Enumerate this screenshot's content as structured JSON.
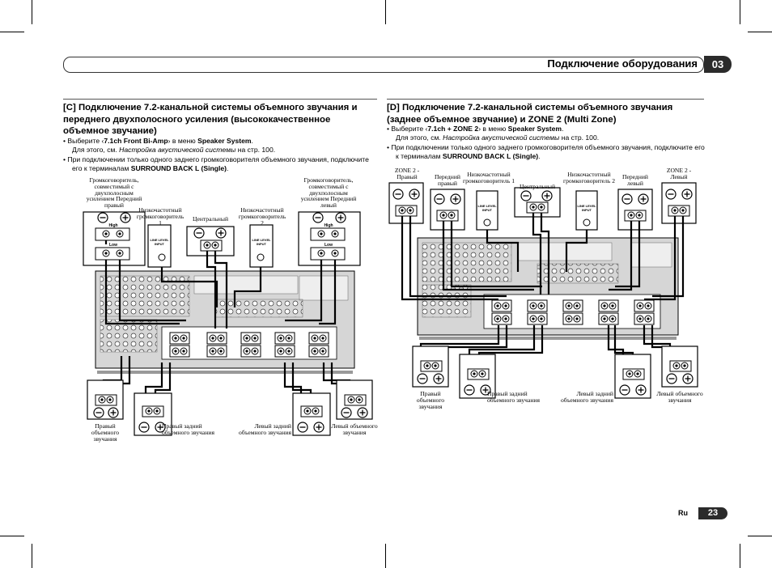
{
  "header": {
    "title": "Подключение оборудования",
    "chapter": "03"
  },
  "footer": {
    "lang": "Ru",
    "page": "23"
  },
  "section_c": {
    "title": "[C] Подключение 7.2-канальной системы объемного звучания и переднего двухполосного усиления (высококачественное объемное звучание)",
    "b1_pre": "Выберите ‹",
    "b1_bold": "7.1ch Front Bi-Amp",
    "b1_mid": "› в меню ",
    "b1_menu": "Speaker System",
    "b1_end": ".",
    "b1_line2_pre": "Для этого, см. ",
    "b1_line2_link": "Настройка акустической системы",
    "b1_line2_end": " на стр. 100.",
    "b2_text": "При подключении только одного заднего громкоговорителя объемного звучания, подключите его к терминалам ",
    "b2_bold": "SURROUND BACK L (Single)",
    "b2_end": ".",
    "labels": {
      "front_right": "Громкоговоритель, совместимый с двухполосным усилением Передний правый",
      "front_left": "Громкоговоритель, совместимый с двухполосным усилением Передний левый",
      "sub1": "Низкочастотный громкоговоритель 1",
      "sub2": "Низкочастотный громкоговоритель 2",
      "center": "Центральный",
      "surr_right": "Правый объемного звучания",
      "surr_back_right": "Правый задний объемного звучания",
      "surr_back_left": "Левый задний объемного звучания",
      "surr_left": "Левый объемного звучания",
      "high": "High",
      "low": "Low",
      "line_level_input": "LINE LEVEL INPUT"
    }
  },
  "section_d": {
    "title": "[D] Подключение 7.2-канальной системы объемного звучания (заднее объемное звучание) и ZONE 2 (Multi Zone)",
    "b1_pre": "Выберите ‹",
    "b1_bold": "7.1ch + ZONE 2",
    "b1_mid": "› в меню ",
    "b1_menu": "Speaker System",
    "b1_end": ".",
    "b1_line2_pre": "Для этого, см. ",
    "b1_line2_link": "Настройка акустической системы",
    "b1_line2_end": " на стр. 100.",
    "b2_text": "При подключении только одного заднего громкоговорителя объемного звучания, подключите его к терминалам ",
    "b2_bold": "SURROUND BACK L (Single)",
    "b2_end": ".",
    "labels": {
      "zone2_right": "ZONE 2 - Правый",
      "front_right": "Передний правый",
      "sub1": "Низкочастотный громкоговоритель 1",
      "center": "Центральный",
      "sub2": "Низкочастотный громкоговоритель 2",
      "front_left": "Передний левый",
      "zone2_left": "ZONE 2 - Левый",
      "surr_right": "Правый объемного звучания",
      "surr_back_right": "Правый задний объемного звучания",
      "surr_back_left": "Левый задний объемного звучания",
      "surr_left": "Левый объемного звучания",
      "line_level_input": "LINE LEVEL INPUT"
    }
  },
  "colors": {
    "dark": "#2b2b2b",
    "panel_gray": "#c8c8c8",
    "line": "#000000"
  }
}
